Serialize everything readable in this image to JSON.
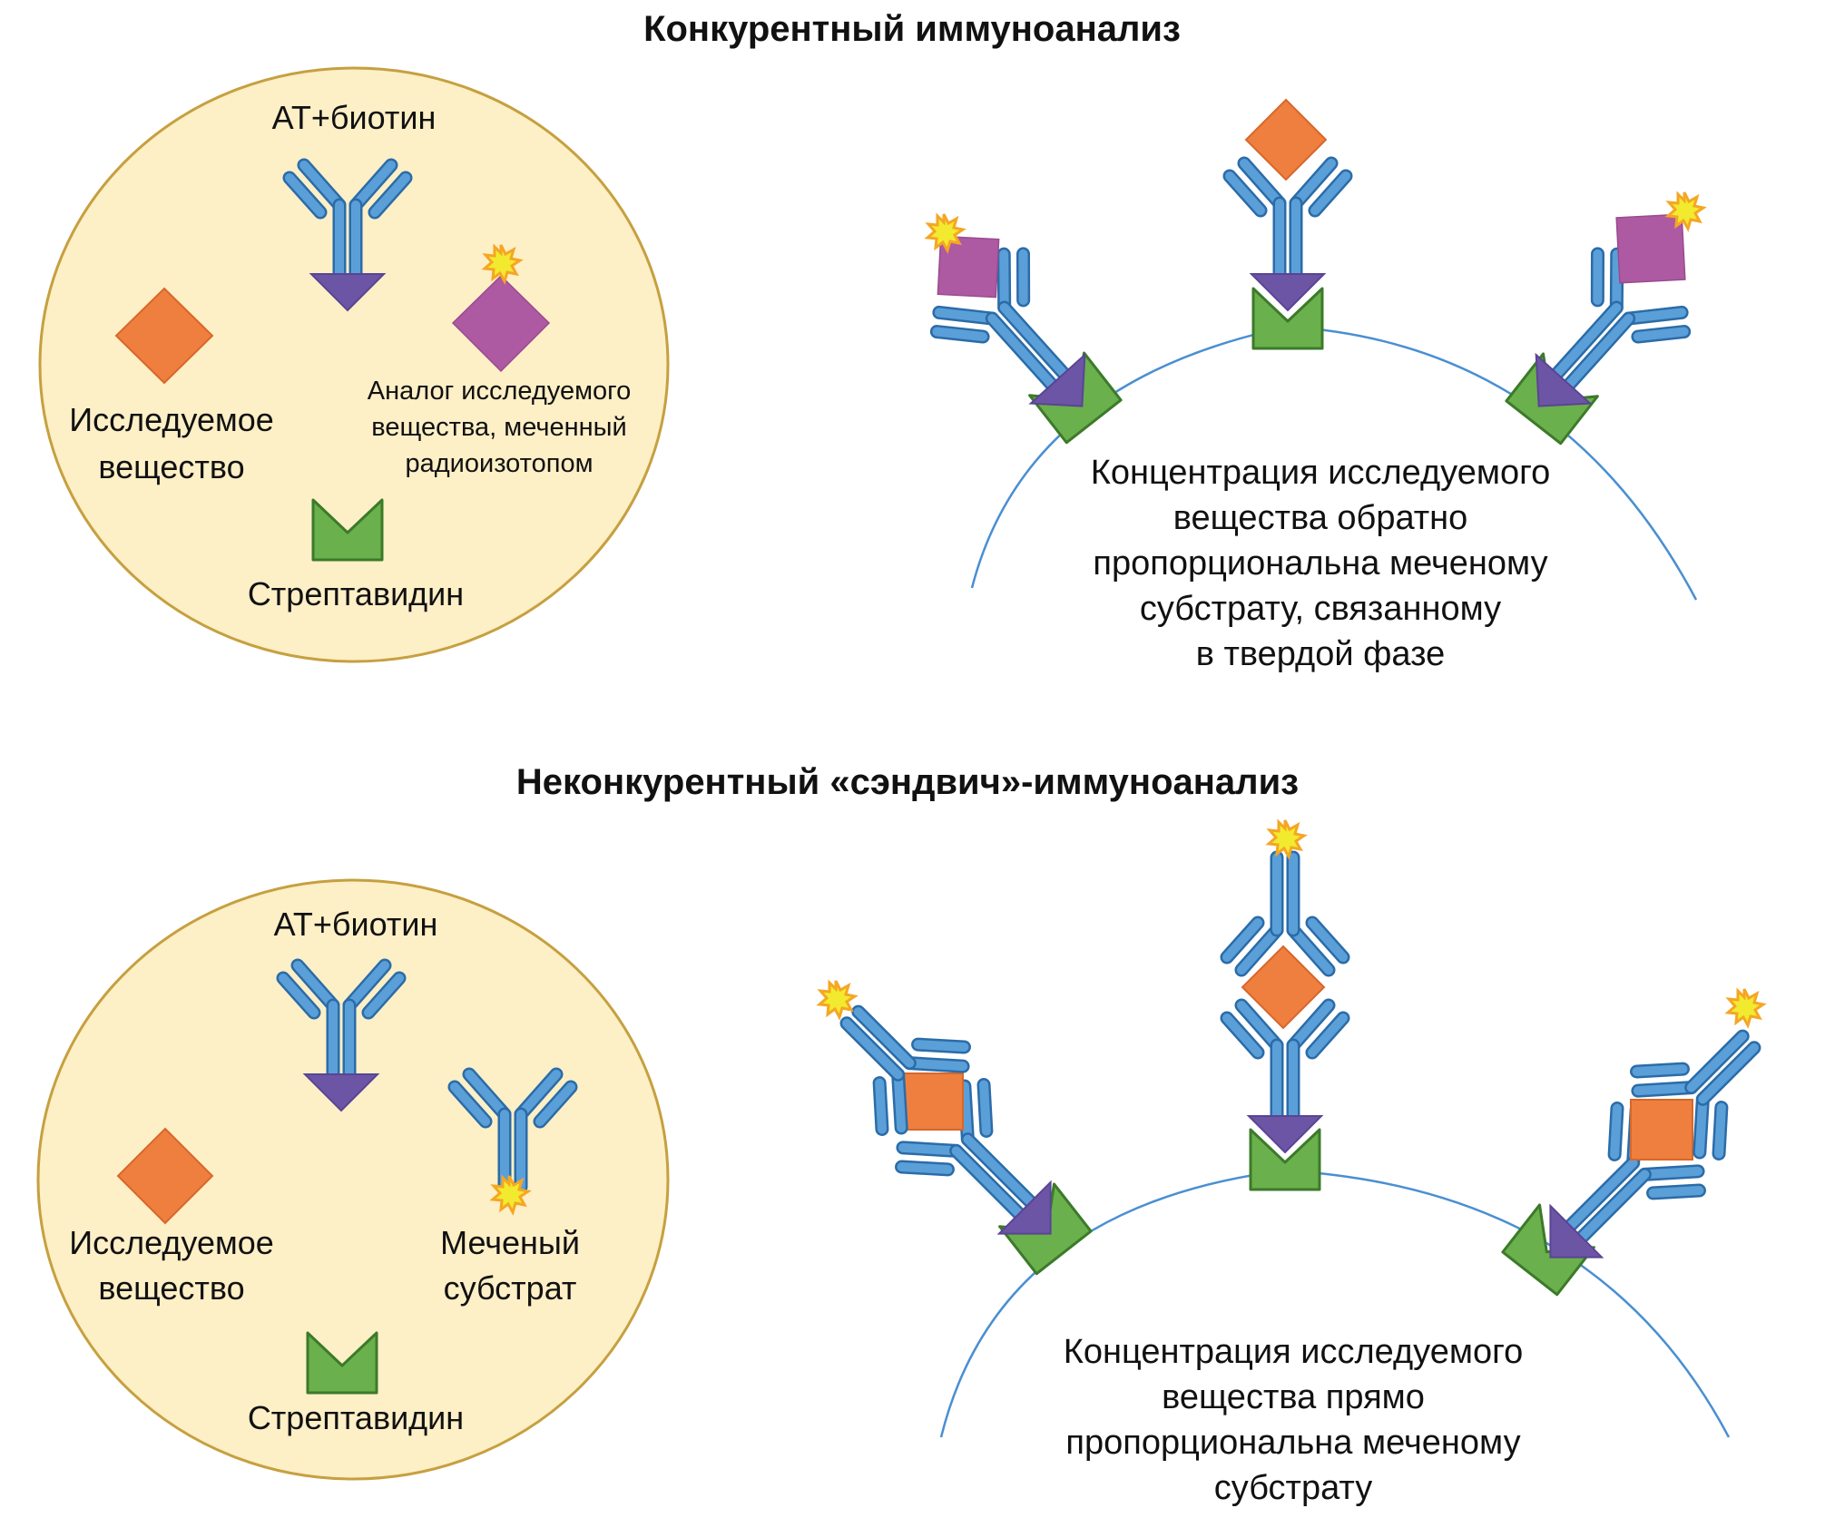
{
  "panels": {
    "competitive": {
      "title": "Конкурентный иммуноанализ",
      "reagents": {
        "antibody_label": "АТ+биотин",
        "analyte_label_lines": [
          "Исследуемое",
          "вещество"
        ],
        "analog_label_lines": [
          "Аналог исследуемого",
          "вещества, меченный",
          "радиоизотопом"
        ],
        "streptavidin_label": "Стрептавидин"
      },
      "description_lines": [
        "Концентрация исследуемого",
        "вещества обратно",
        "пропорциональна меченому",
        "субстрату, связанному",
        "в твердой фазе"
      ]
    },
    "sandwich": {
      "title": "Неконкурентный «сэндвич»-иммуноанализ",
      "reagents": {
        "antibody_label": "АТ+биотин",
        "analyte_label_lines": [
          "Исследуемое",
          "вещество"
        ],
        "labeled_label_lines": [
          "Меченый",
          "субстрат"
        ],
        "streptavidin_label": "Стрептавидин"
      },
      "description_lines": [
        "Концентрация исследуемого",
        "вещества прямо",
        "пропорциональна меченому",
        "субстрату"
      ]
    }
  },
  "legend_icons": {
    "antibody": "antibody-y-icon",
    "biotin": "purple-triangle-icon",
    "analyte": "orange-diamond-icon",
    "analog": "purple-diamond-icon",
    "radiolabel": "yellow-star-icon",
    "streptavidin": "green-notched-square-icon"
  },
  "colors": {
    "antibody": "#5b9fd9",
    "biotin": "#6d55a6",
    "analyte": "#ef7f3e",
    "analog": "#ad5aa2",
    "streptavidin": "#6ab04c",
    "label": "#f2ea2e",
    "reagent_pool": "#fdefc6",
    "solid_phase": "#4a8fd2"
  }
}
